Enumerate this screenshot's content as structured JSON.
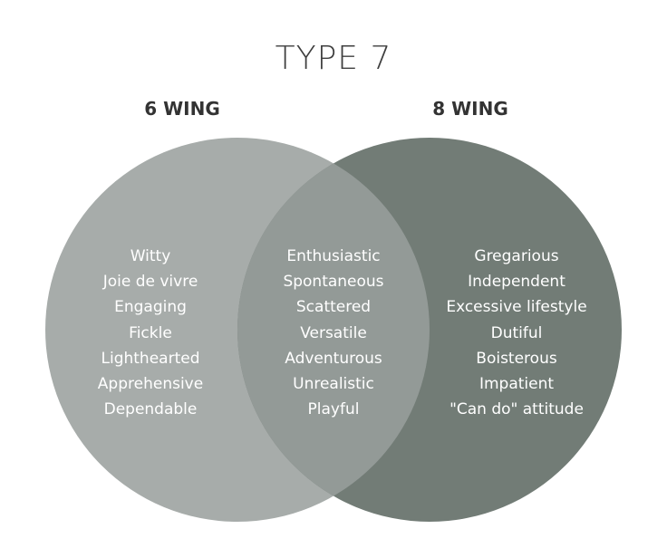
{
  "title": "TYPE 7",
  "left_wing": {
    "label": "6 WING",
    "traits": [
      "Witty",
      "Joie de vivre",
      "Engaging",
      "Fickle",
      "Lighthearted",
      "Apprehensive",
      "Dependable"
    ]
  },
  "right_wing": {
    "label": "8 WING",
    "traits": [
      "Gregarious",
      "Independent",
      "Excessive lifestyle",
      "Dutiful",
      "Boisterous",
      "Impatient",
      "\"Can do\" attitude"
    ]
  },
  "shared": {
    "traits": [
      "Enthusiastic",
      "Spontaneous",
      "Scattered",
      "Versatile",
      "Adventurous",
      "Unrealistic",
      "Playful"
    ]
  },
  "colors": {
    "left_circle": "#a7acaa",
    "right_circle": "#727c76",
    "overlap": "#939a97",
    "text": "#ffffff"
  }
}
